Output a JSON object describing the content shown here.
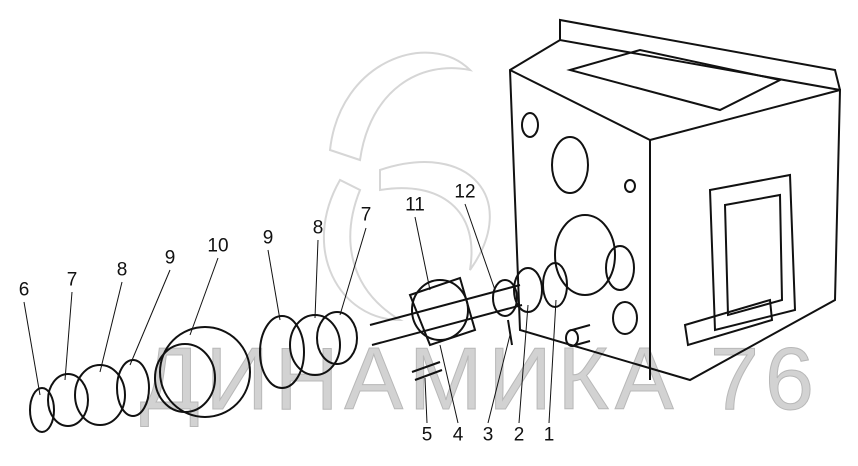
{
  "diagram": {
    "title": "Exploded view of gearbox shaft assembly",
    "watermark": "ДИНАМИКА 76",
    "callouts": [
      "6",
      "7",
      "8",
      "9",
      "10",
      "9",
      "8",
      "7",
      "11",
      "12",
      "5",
      "4",
      "3",
      "2",
      "1"
    ]
  },
  "colors": {
    "line": "#111111",
    "watermark": "#c8c8c8"
  }
}
